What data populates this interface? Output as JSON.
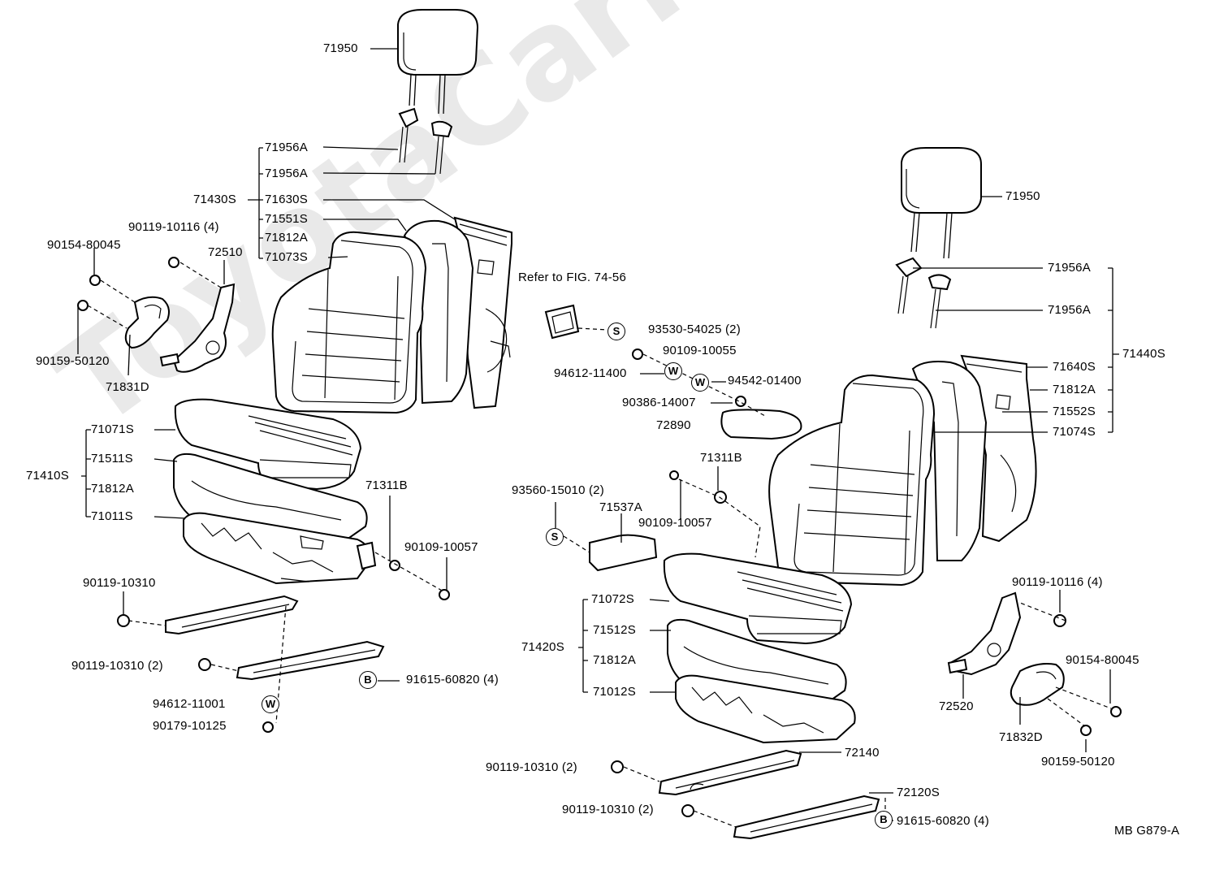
{
  "diagram": {
    "watermark": "ToyotaCarMine.ru",
    "figure_code": "MB G879-A",
    "reference_note": "Refer to FIG. 74-56",
    "symbols": {
      "s": "S",
      "w": "W",
      "b": "B"
    }
  },
  "left_seat": {
    "headrest": "71950",
    "support_1": "71956A",
    "support_2": "71956A",
    "back_assy": "71430S",
    "back_frame": "71630S",
    "back_pad": "71551S",
    "back_clip": "71812A",
    "back_cover": "71073S",
    "bolt_top": "90119-10116 (4)",
    "bolt_hinge": "90154-80045",
    "hinge": "72510",
    "screw_cover": "90159-50120",
    "hinge_cover": "71831D",
    "cushion_assy": "71410S",
    "cushion_cover": "71071S",
    "cushion_pad": "71511S",
    "cushion_clip": "71812A",
    "cushion_frame": "71011S",
    "stopper": "71311B",
    "bolt_stopper": "90109-10057",
    "bolt_rail": "90119-10310",
    "bolt_rail_2": "90119-10310 (2)",
    "washer": "94612-11001",
    "nut": "90179-10125",
    "bolt_b": "91615-60820 (4)"
  },
  "center": {
    "switch_screw": "93530-54025 (2)",
    "bolt_arm": "90109-10055",
    "washer_1": "94612-11400",
    "washer_2": "94542-01400",
    "bolt_armrest": "90386-14007",
    "armrest": "72890",
    "stopper": "71311B",
    "screw_s": "93560-15010 (2)",
    "cover": "71537A",
    "bolt_stopper": "90109-10057"
  },
  "right_seat": {
    "headrest": "71950",
    "support_1": "71956A",
    "support_2": "71956A",
    "back_assy": "71440S",
    "back_frame": "71640S",
    "back_clip": "71812A",
    "back_pad": "71552S",
    "back_cover": "71074S",
    "cushion_assy": "71420S",
    "cushion_cover": "71072S",
    "cushion_pad": "71512S",
    "cushion_clip": "71812A",
    "cushion_frame": "71012S",
    "bolt_top": "90119-10116 (4)",
    "hinge": "72520",
    "bolt_hinge": "90154-80045",
    "hinge_cover": "71832D",
    "screw_cover": "90159-50120",
    "rail_inner": "72140",
    "rail_outer": "72120S",
    "bolt_rail_1": "90119-10310 (2)",
    "bolt_rail_2": "90119-10310 (2)",
    "bolt_b": "91615-60820 (4)"
  }
}
